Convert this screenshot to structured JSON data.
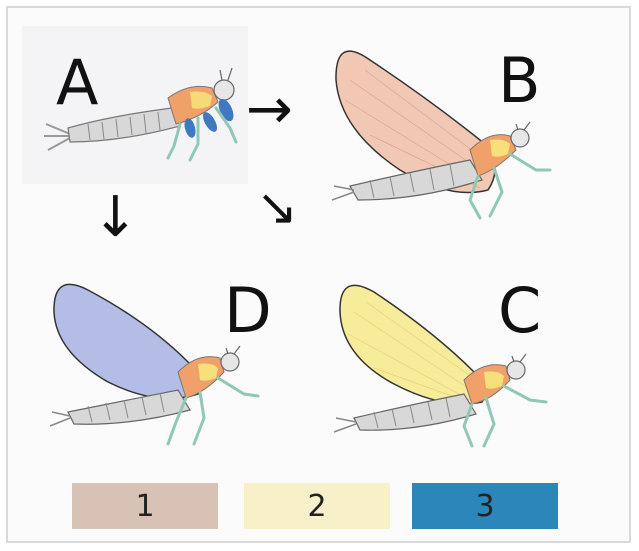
{
  "labels": {
    "a": "A",
    "b": "B",
    "c": "C",
    "d": "D"
  },
  "arrows": {
    "right": "→",
    "down": "↓",
    "diagonal": "↘"
  },
  "legend": [
    {
      "label": "1",
      "color": "#d7c2b5"
    },
    {
      "label": "2",
      "color": "#f7f0c8"
    },
    {
      "label": "3",
      "color": "#2b87ba"
    }
  ],
  "colors": {
    "wing_b": "#f0c8b4",
    "wing_c": "#f7ec9a",
    "wing_d": "#b3bde6",
    "wing_pads": "#3f79c2",
    "body": "#c9c9c9",
    "legs": "#8fc9b5",
    "thorax_orange": "#f2a06a",
    "thorax_yellow": "#f5e07a"
  }
}
